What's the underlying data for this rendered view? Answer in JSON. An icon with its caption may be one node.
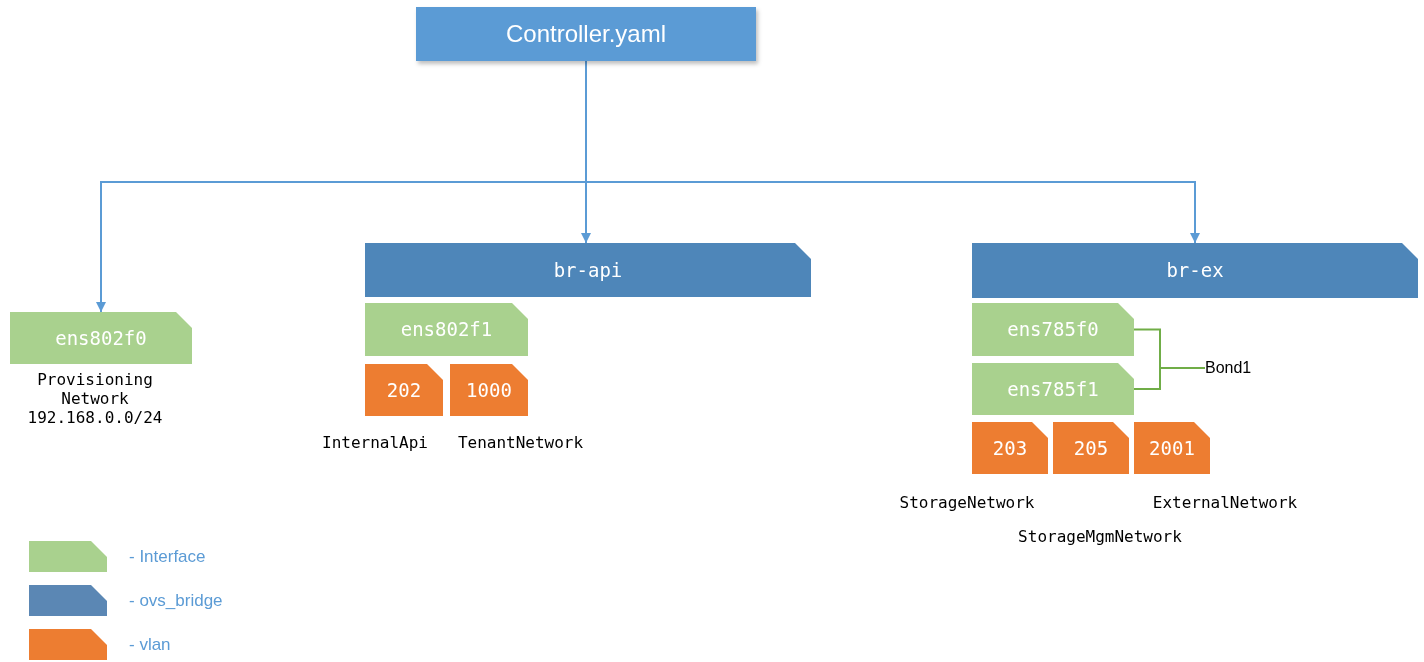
{
  "diagram": {
    "nodes": [
      {
        "text": [
          "Controller.yaml"
        ]
      },
      {
        "text": [
          "ens802f0"
        ],
        "beside": [
          "Provisioning Network 192.168.0.0/24"
        ]
      },
      {
        "text": [
          "br-api"
        ]
      },
      {
        "text": [
          "ens802f1"
        ]
      },
      {
        "text": [
          "202"
        ],
        "beside": [
          "InternalApi"
        ]
      },
      {
        "text": [
          "1000"
        ],
        "beside": [
          "TenantNetwork"
        ]
      },
      {
        "text": [
          "br-ex"
        ]
      },
      {
        "text": [
          "ens785f0"
        ]
      },
      {
        "text": [
          "ens785f1"
        ]
      },
      {
        "text": [
          "203"
        ],
        "beside": [
          "StorageNetwork"
        ]
      },
      {
        "text": [
          "205"
        ],
        "beside": [
          "StorageMgmNetwork"
        ]
      },
      {
        "text": [
          "2001"
        ],
        "beside": [
          "ExternalNetwork"
        ]
      },
      {
        "text": [
          "Bond1"
        ]
      }
    ],
    "edges": [
      {
        "from": 0,
        "to": 1,
        "arrow": "to"
      },
      {
        "from": 0,
        "to": 2,
        "arrow": "to"
      },
      {
        "from": 0,
        "to": 6,
        "arrow": "to"
      },
      {
        "from": 7,
        "to": 12,
        "arrow": "none",
        "color": "#70ad47"
      },
      {
        "from": 8,
        "to": 12,
        "arrow": "none",
        "color": "#70ad47"
      }
    ],
    "legend": [
      {
        "text": "- Interface",
        "color": "#a9d18e"
      },
      {
        "text": "- ovs_bridge",
        "color": "#5b87b4"
      },
      {
        "text": "- vlan",
        "color": "#ed7d31"
      }
    ]
  }
}
